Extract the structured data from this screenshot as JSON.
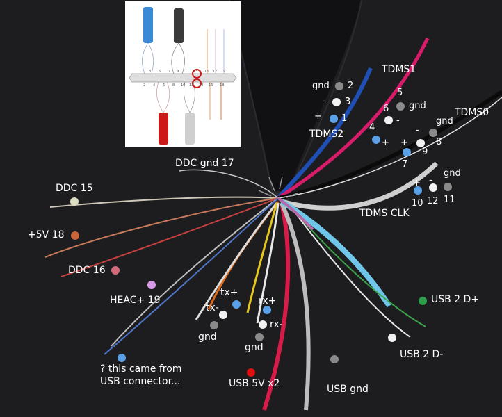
{
  "colors": {
    "background": "#1c1c1e",
    "jacket": "#101012",
    "white_dot": "#f2f2f2",
    "gray_dot": "#8a8a8a",
    "blue_dot": "#5aa0e6",
    "cream_dot": "#dcdcc0",
    "orange_dot": "#c8663a",
    "pink_dot": "#d36b7a",
    "violet_dot": "#d79ae6",
    "green_dot": "#2e9e4a",
    "red_dot": "#e01010"
  },
  "labels": {
    "tdms1": "TDMS1",
    "tdms0": "TDMS0",
    "tdms2": "TDMS2",
    "tdms_clk": "TDMS CLK",
    "gnd_2": "gnd",
    "num_2": "2",
    "minus_3": "-",
    "num_3": "3",
    "plus_1": "+",
    "num_1": "1",
    "num_5": "5",
    "num_6": "6",
    "gnd_5": "gnd",
    "minus_6": "-",
    "num_4": "4",
    "plus_4": "+",
    "gnd_8": "gnd",
    "minus_9": "-",
    "num_8": "8",
    "plus_7": "+",
    "num_9": "9",
    "num_7": "7",
    "gnd_11": "gnd",
    "plus_10": "+",
    "minus_12": "-",
    "num_10": "10",
    "num_12": "12",
    "num_11": "11",
    "ddc_gnd": "DDC gnd 17",
    "ddc15": "DDC 15",
    "plus5v": "+5V 18",
    "ddc16": "DDC 16",
    "heac": "HEAC+ 19",
    "tx_plus": "tx+",
    "tx_minus": "tx-",
    "rx_plus": "rx+",
    "rx_minus": "rx-",
    "gnd_tx": "gnd",
    "gnd_rx": "gnd",
    "usb_from_1": "? this came from",
    "usb_from_2": "USB connector...",
    "usb5v": "USB 5V x2",
    "usb_gnd": "USB gnd",
    "usb2_dplus": "USB 2 D+",
    "usb2_dminus": "USB 2 D-"
  },
  "inset": {
    "top_numbers": [
      "1",
      "3",
      "5",
      "7",
      "9",
      "11",
      "13",
      "15",
      "17",
      "19"
    ],
    "bottom_numbers": [
      "2",
      "4",
      "6",
      "8",
      "10",
      "12",
      "14",
      "16",
      "18"
    ]
  }
}
